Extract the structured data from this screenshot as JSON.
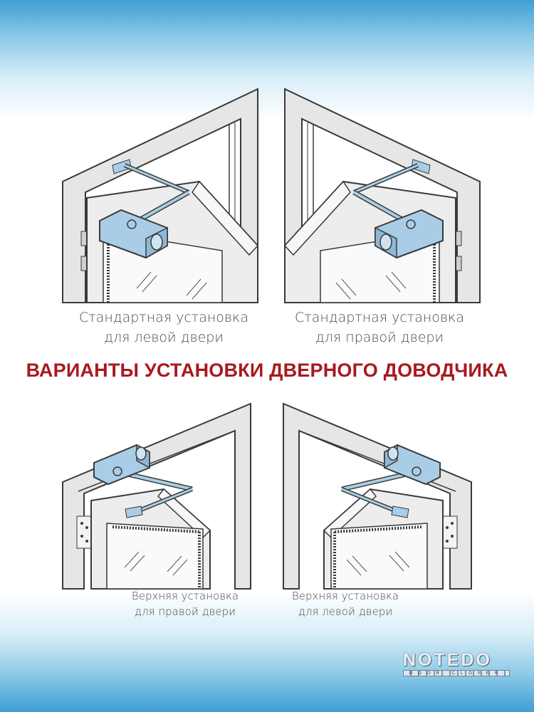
{
  "title": "ВАРИАНТЫ УСТАНОВКИ ДВЕРНОГО ДОВОДЧИКА",
  "panels": [
    {
      "line1": "Стандартная установка",
      "line2": "для левой двери"
    },
    {
      "line1": "Стандартная установка",
      "line2": "для правой двери"
    },
    {
      "line1": "Верхняя установка",
      "line2": "для правой двери"
    },
    {
      "line1": "Верхняя установка",
      "line2": "для левой двери"
    }
  ],
  "logo": {
    "brand": "NOTEDO",
    "tagline": "DOOR CLOSER"
  },
  "colors": {
    "title": "#a8191f",
    "closer": "#a9cde6",
    "frame": "#e6e6e6",
    "outline": "#3a3a3a",
    "background_edge": "#3f9fd4"
  }
}
